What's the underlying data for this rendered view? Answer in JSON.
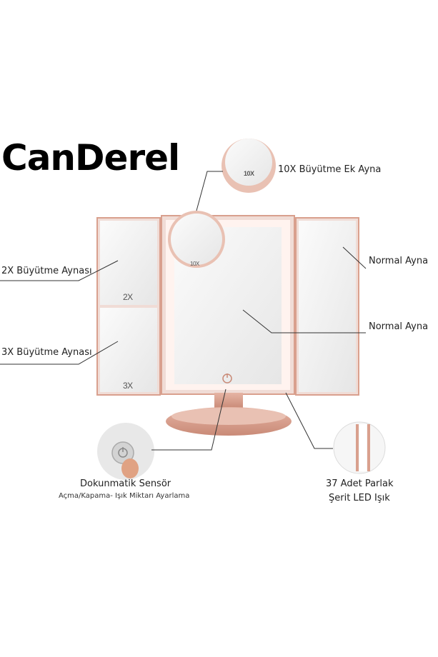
{
  "brand": {
    "name": "CanDerel"
  },
  "callouts": {
    "magnifier_10x": "10X Büyütme Ek Ayna",
    "left_top": "2X Büyütme Aynası",
    "left_bottom": "3X Büyütme Aynası",
    "right_panel": "Normal Ayna",
    "center_panel": "Normal Ayna",
    "touch_title": "Dokunmatik Sensör",
    "touch_sub": "Açma/Kapama- Işık Miktarı Ayarlama",
    "led_line1": "37 Adet Parlak",
    "led_line2": "Şerit LED Işık"
  },
  "mirror_marks": {
    "zoom_2x": "2X",
    "zoom_3x": "3X",
    "zoom_10x_small": "10X",
    "zoom_10x_inset": "10X"
  },
  "colors": {
    "rose_gold": "#d9a08e",
    "rose_gold_dark": "#b87a68",
    "mirror_glass": "#f3f3f3",
    "leader_line": "#333333"
  },
  "icons": {
    "power": "power-icon",
    "finger": "finger-icon"
  }
}
